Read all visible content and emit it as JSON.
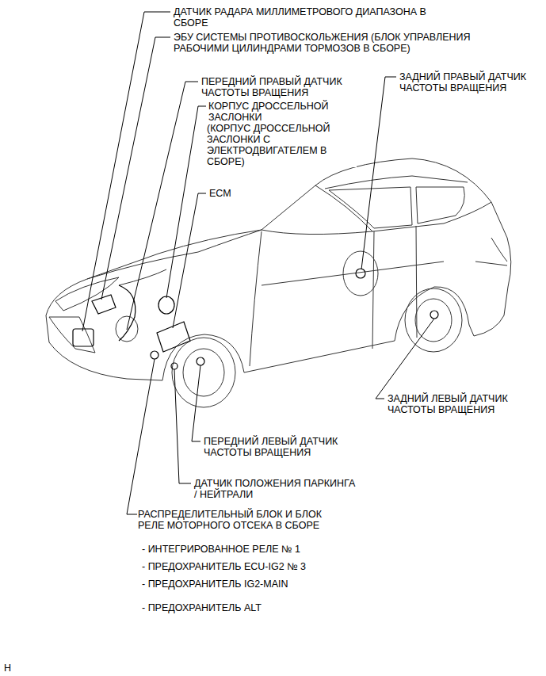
{
  "diagram": {
    "labels": [
      "ДАТЧИК РАДАРА МИЛЛИМЕТРОВОГО ДИАПАЗОНА В СБОРЕ",
      "ЭБУ СИСТЕМЫ ПРОТИВОСКОЛЬЖЕНИЯ (БЛОК УПРАВЛЕНИЯ РАБОЧИМИ ЦИЛИНДРАМИ ТОРМОЗОВ В СБОРЕ)",
      "ПЕРЕДНИЙ ПРАВЫЙ ДАТЧИК ЧАСТОТЫ ВРАЩЕНИЯ",
      "КОРПУС ДРОССЕЛЬНОЙ ЗАСЛОНКИ",
      "(КОРПУС ДРОССЕЛЬНОЙ ЗАСЛОНКИ С ЭЛЕКТРОДВИГАТЕЛЕМ В СБОРЕ)",
      "ECM",
      "ЗАДНИЙ ПРАВЫЙ ДАТЧИК ЧАСТОТЫ ВРАЩЕНИЯ",
      "ЗАДНИЙ ЛЕВЫЙ ДАТЧИК ЧАСТОТЫ ВРАЩЕНИЯ",
      "ПЕРЕДНИЙ ЛЕВЫЙ ДАТЧИК ЧАСТОТЫ ВРАЩЕНИЯ",
      "ДАТЧИК ПОЛОЖЕНИЯ ПАРКИНГА / НЕЙТРАЛИ",
      "РАСПРЕДЕЛИТЕЛЬНЫЙ БЛОК И БЛОК РЕЛЕ МОТОРНОГО ОТСЕКА В СБОРЕ",
      "- ИНТЕГРИРОВАННОЕ РЕЛЕ № 1",
      "- ПРЕДОХРАНИТЕЛЬ ECU-IG2 № 3",
      "- ПРЕДОХРАНИТЕЛЬ IG2-MAIN",
      "- ПРЕДОХРАНИТЕЛЬ ALT",
      "H"
    ]
  }
}
